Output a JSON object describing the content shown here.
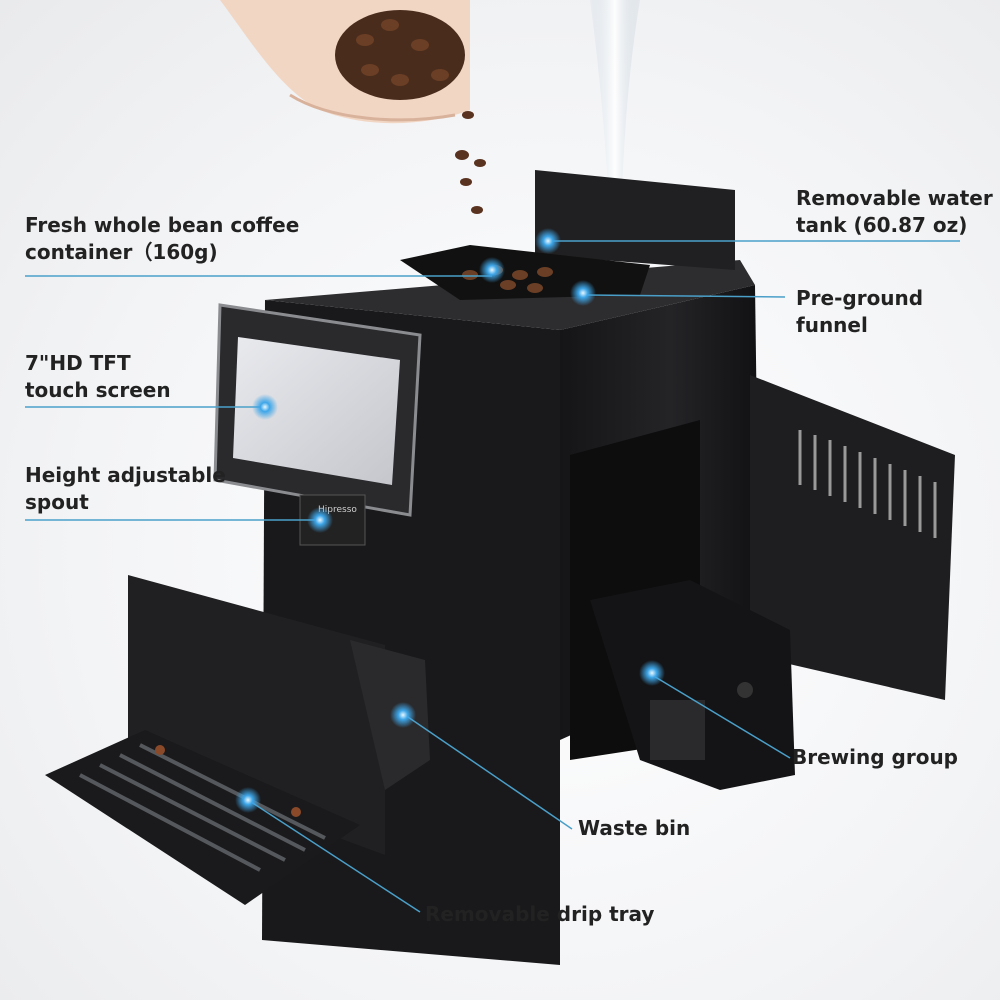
{
  "labels": {
    "bean_container": [
      "Fresh whole bean coffee",
      "container（160g)"
    ],
    "water_tank": [
      "Removable water",
      "tank (60.87 oz)"
    ],
    "preground_funnel": [
      "Pre-ground",
      "funnel"
    ],
    "touch_screen": [
      "7\"HD TFT",
      "touch screen"
    ],
    "height_spout": [
      "Height adjustable",
      "spout"
    ],
    "brewing_group": [
      "Brewing group"
    ],
    "waste_bin": [
      "Waste bin"
    ],
    "drip_tray": [
      "Removable drip tray"
    ]
  },
  "brand": "Hipresso",
  "colors": {
    "callout_line": "#4a9fc9",
    "callout_dot": "#3ea6e8",
    "machine_body": "#1c1c1e",
    "label_text": "#222222"
  }
}
